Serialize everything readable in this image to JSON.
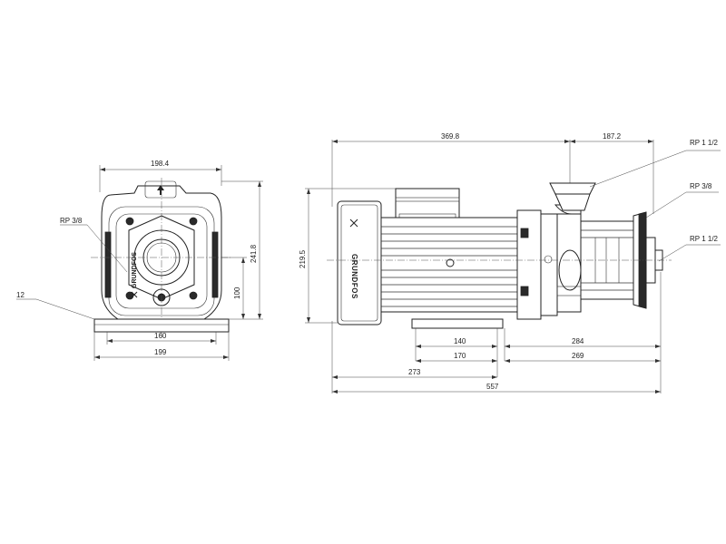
{
  "front_view": {
    "width_top": "198.4",
    "port_label": "RP 3/8",
    "foot_thickness": "12",
    "foot_inner": "160",
    "foot_outer": "199",
    "shaft_height": "100",
    "total_height": "241.8"
  },
  "side_view": {
    "motor_length": "369.8",
    "pump_length": "187.2",
    "total_height": "219.5",
    "suction_label": "RP 1 1/2",
    "drain_label": "RP 3/8",
    "outlet_label": "RP 1 1/2",
    "foot_spacing_140": "140",
    "foot_spacing_170": "170",
    "dist_284": "284",
    "dist_269": "269",
    "dist_273": "273",
    "total_length": "557",
    "brand_text": "GRUNDFOS"
  }
}
